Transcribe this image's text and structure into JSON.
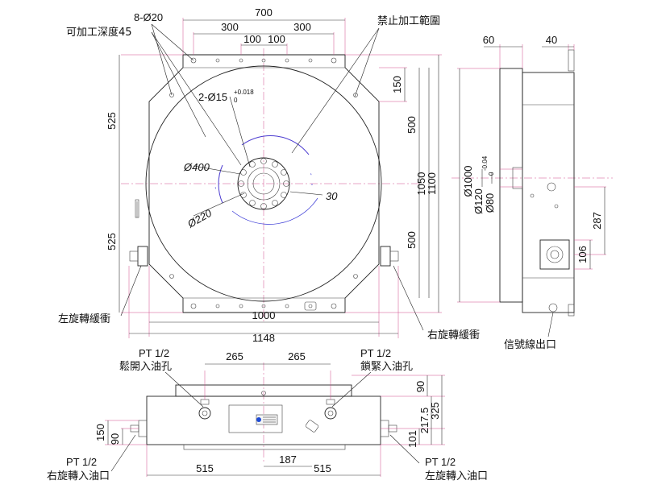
{
  "top_view": {
    "dim_700": "700",
    "dim_300_left": "300",
    "dim_300_right": "300",
    "dim_100_left": "100",
    "dim_100_right": "100",
    "dim_525_top": "525",
    "dim_525_bottom": "525",
    "dim_150": "150",
    "dim_500_top": "500",
    "dim_500_bottom": "500",
    "dim_1050": "1050",
    "dim_1100": "1100",
    "dim_1000": "1000",
    "dim_1148": "1148",
    "dim_30": "30",
    "dia_400": "Ø400",
    "dia_220": "Ø220",
    "hole_spec_main": "2-Ø15",
    "hole_spec_upper": "+0.018",
    "hole_spec_lower": "0",
    "note_8_holes": "8-Ø20",
    "note_depth": "可加工深度45",
    "note_no_machining": "禁止加工範圍",
    "note_left_buffer": "左旋轉緩衝",
    "note_right_buffer": "右旋轉緩衝"
  },
  "side_view": {
    "dim_60": "60",
    "dim_40": "40",
    "dia_1000": "Ø1000",
    "dia_120": "Ø120",
    "dia_120_upper": "-0.04",
    "dia_120_lower": "0",
    "dia_80": "Ø80",
    "dim_287": "287",
    "dim_106": "106",
    "note_signal": "信號線出口"
  },
  "front_view": {
    "dim_265_left": "265",
    "dim_265_right": "265",
    "dim_90_right": "90",
    "dim_325": "325",
    "dim_217_5": "217.5",
    "dim_101": "101",
    "dim_150": "150",
    "dim_90_left": "90",
    "dim_187": "187",
    "dim_515_left": "515",
    "dim_515_right": "515",
    "port_unclamp_size": "PT 1/2",
    "port_unclamp": "鬆開入油孔",
    "port_clamp_size": "PT 1/2",
    "port_clamp": "鎖緊入油孔",
    "port_right_rot_size": "PT 1/2",
    "port_right_rot": "右旋轉入油口",
    "port_left_rot_size": "PT 1/2",
    "port_left_rot": "左旋轉入油口"
  },
  "colors": {
    "outline": "#222222",
    "extension": "#d04a8c",
    "bolt_circle": "#3a3ad6",
    "label_plate": "#1e4bd6"
  }
}
